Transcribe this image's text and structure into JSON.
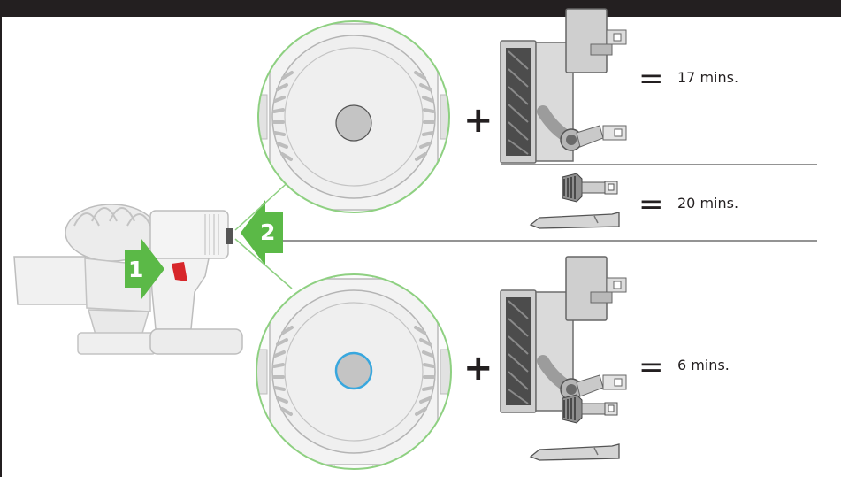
{
  "colors": {
    "accent_green": "#5bb947",
    "circle_outline": "#8ed081",
    "power_button_ring": "#38a7de",
    "trigger_red": "#d7262a"
  },
  "steps": [
    {
      "number": "1",
      "icon": "arrow-right-icon"
    },
    {
      "number": "2",
      "icon": "arrow-left-icon"
    }
  ],
  "modes": [
    {
      "button": "power-button-standard",
      "combos": [
        {
          "tools": [
            "motorhead-cleaner-head",
            "mini-motorized-tool"
          ],
          "symbol": "=",
          "runtime": "17 mins."
        },
        {
          "tools": [
            "combination-tool",
            "crevice-tool"
          ],
          "symbol": "=",
          "runtime": "20 mins."
        }
      ],
      "plus": "+"
    },
    {
      "button": "power-button-boost",
      "combos": [
        {
          "tools": [
            "motorhead-cleaner-head",
            "mini-motorized-tool",
            "combination-tool",
            "crevice-tool"
          ],
          "symbol": "=",
          "runtime": "6 mins."
        }
      ],
      "plus": "+"
    }
  ]
}
